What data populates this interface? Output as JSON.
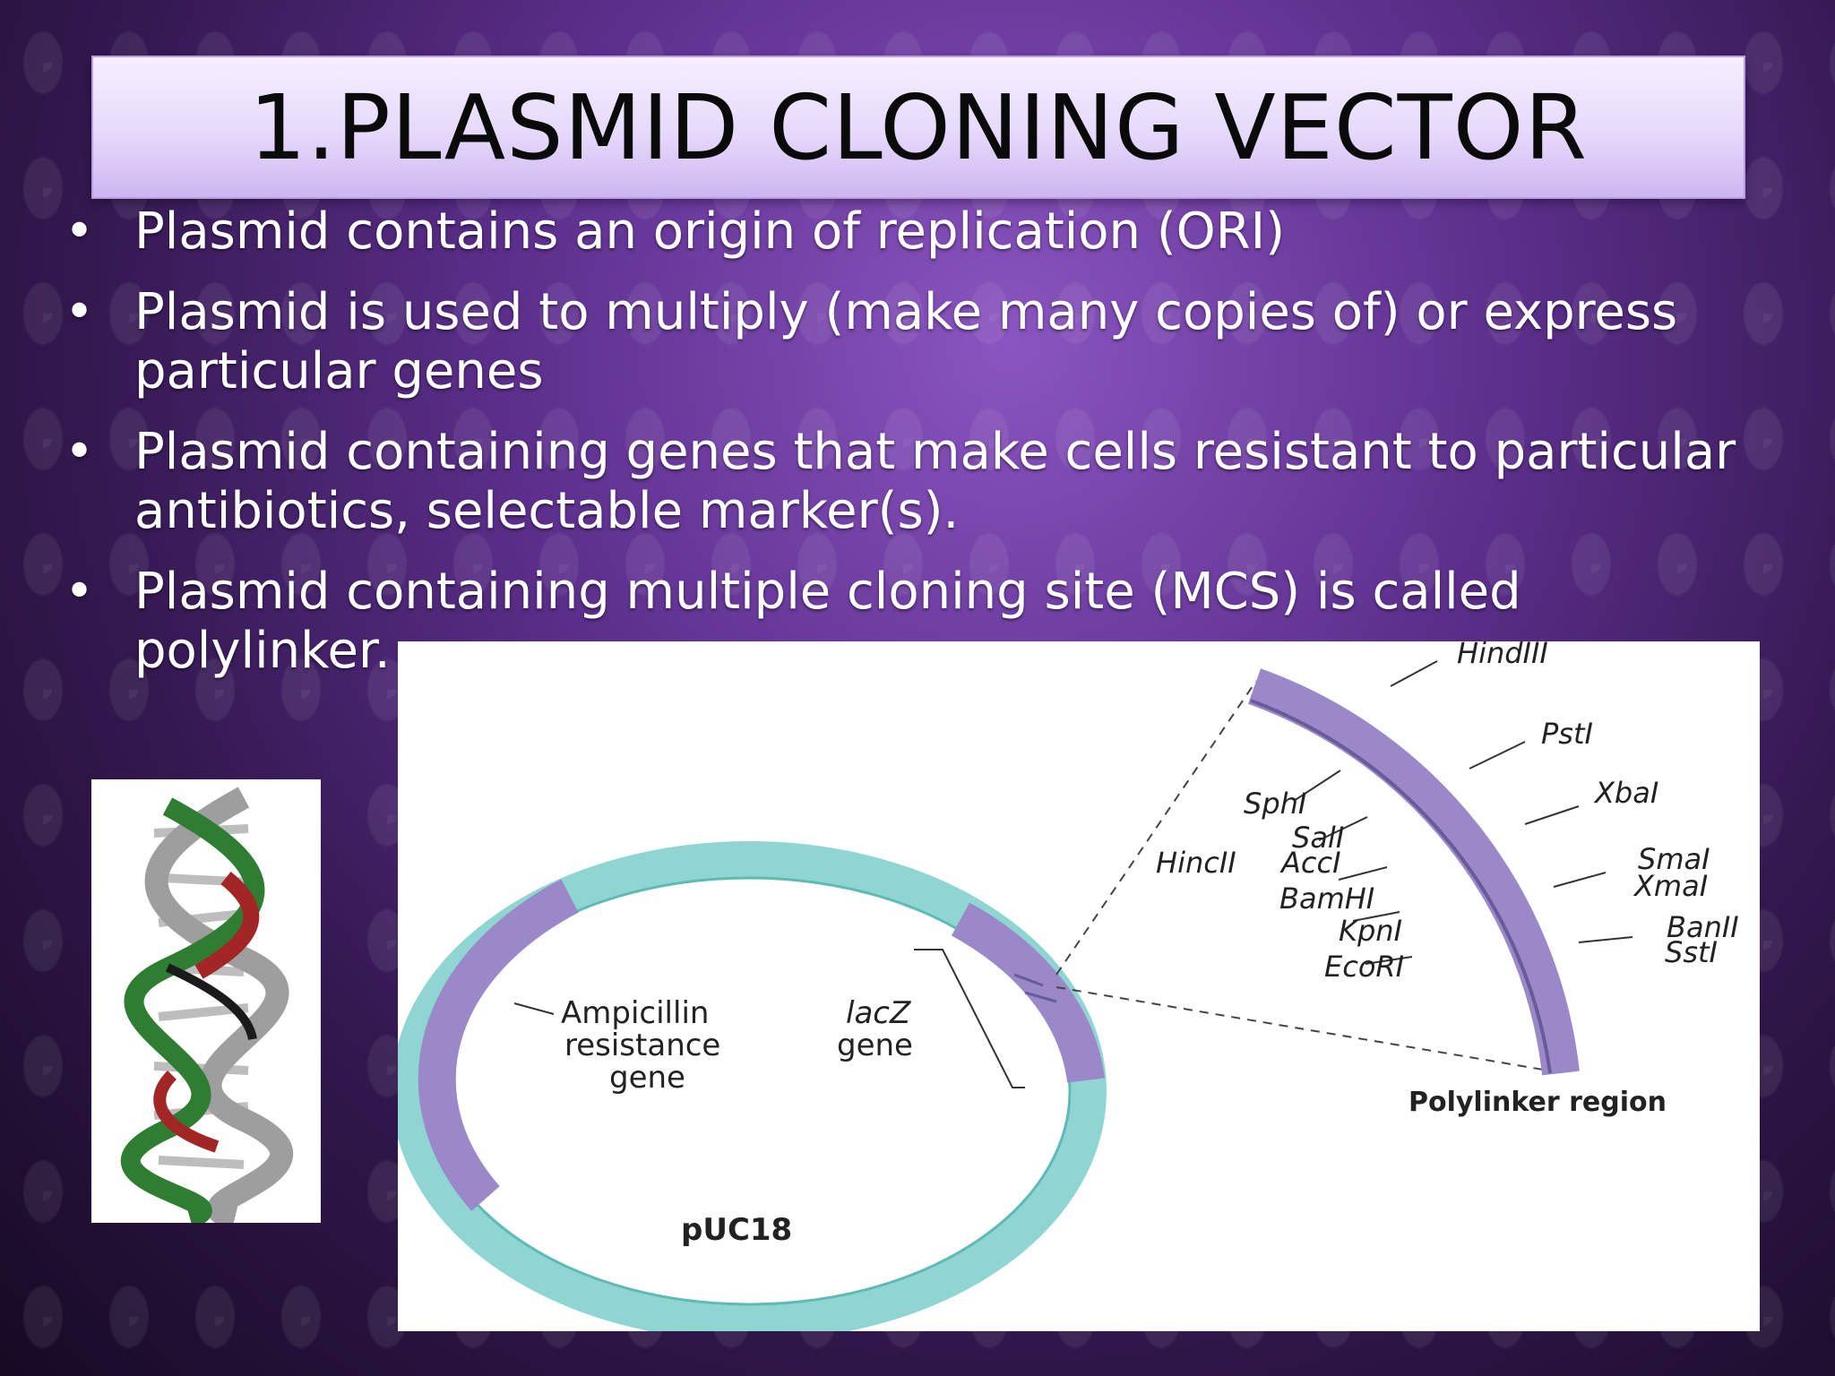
{
  "slide": {
    "title": "1.PLASMID CLONING VECTOR",
    "bullets": [
      "Plasmid contains an origin of replication (ORI)",
      "Plasmid is used to multiply (make many copies of) or express particular genes",
      "Plasmid containing genes that make cells resistant to particular antibiotics, selectable marker(s).",
      "Plasmid containing multiple cloning site (MCS) is called polylinker."
    ],
    "bullet_symbol": "•"
  },
  "diagram": {
    "plasmid_name": "pUC18",
    "ampicillin_label": [
      "Ampicillin",
      "resistance",
      "gene"
    ],
    "lacz_label": [
      "lacZ",
      "gene"
    ],
    "polylinker_label": "Polylinker region",
    "sites_right": [
      "HindIII",
      "PstI",
      "XbaI",
      "SmaI",
      "XmaI",
      "BanII",
      "SstI"
    ],
    "sites_left": [
      "SphI",
      "SalI",
      "HincII",
      "AccI",
      "BamHI",
      "KpnI",
      "EcoRI"
    ],
    "colors": {
      "teal": "#8fd6d2",
      "teal_dark": "#5fbab5",
      "purple": "#9b88c8",
      "purple_dark": "#6a5a9a"
    }
  },
  "images": {
    "dna_helix": "dna-helix-icon"
  }
}
